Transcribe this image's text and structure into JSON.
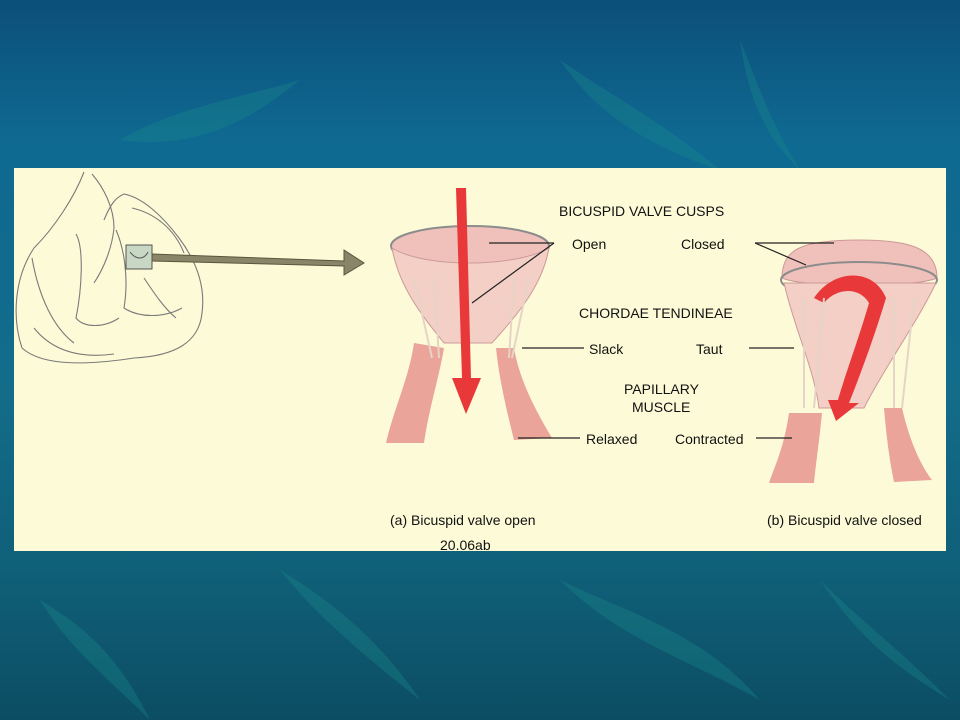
{
  "labels": {
    "cusps_header": "BICUSPID VALVE CUSPS",
    "open": "Open",
    "closed": "Closed",
    "chordae_header": "CHORDAE TENDINEAE",
    "slack": "Slack",
    "taut": "Taut",
    "papillary_line1": "PAPILLARY",
    "papillary_line2": "MUSCLE",
    "relaxed": "Relaxed",
    "contracted": "Contracted"
  },
  "captions": {
    "open_caption": "(a) Bicuspid valve open",
    "closed_caption": "(b) Bicuspid valve closed",
    "figure_number": "20.06ab"
  },
  "colors": {
    "slide_bg": "#0f6a92",
    "panel_bg": "#fdfbd7",
    "valve_tissue": "#f2bdb5",
    "blood_arrow": "#e8383a",
    "pointer_arrow": "#8a8468"
  }
}
